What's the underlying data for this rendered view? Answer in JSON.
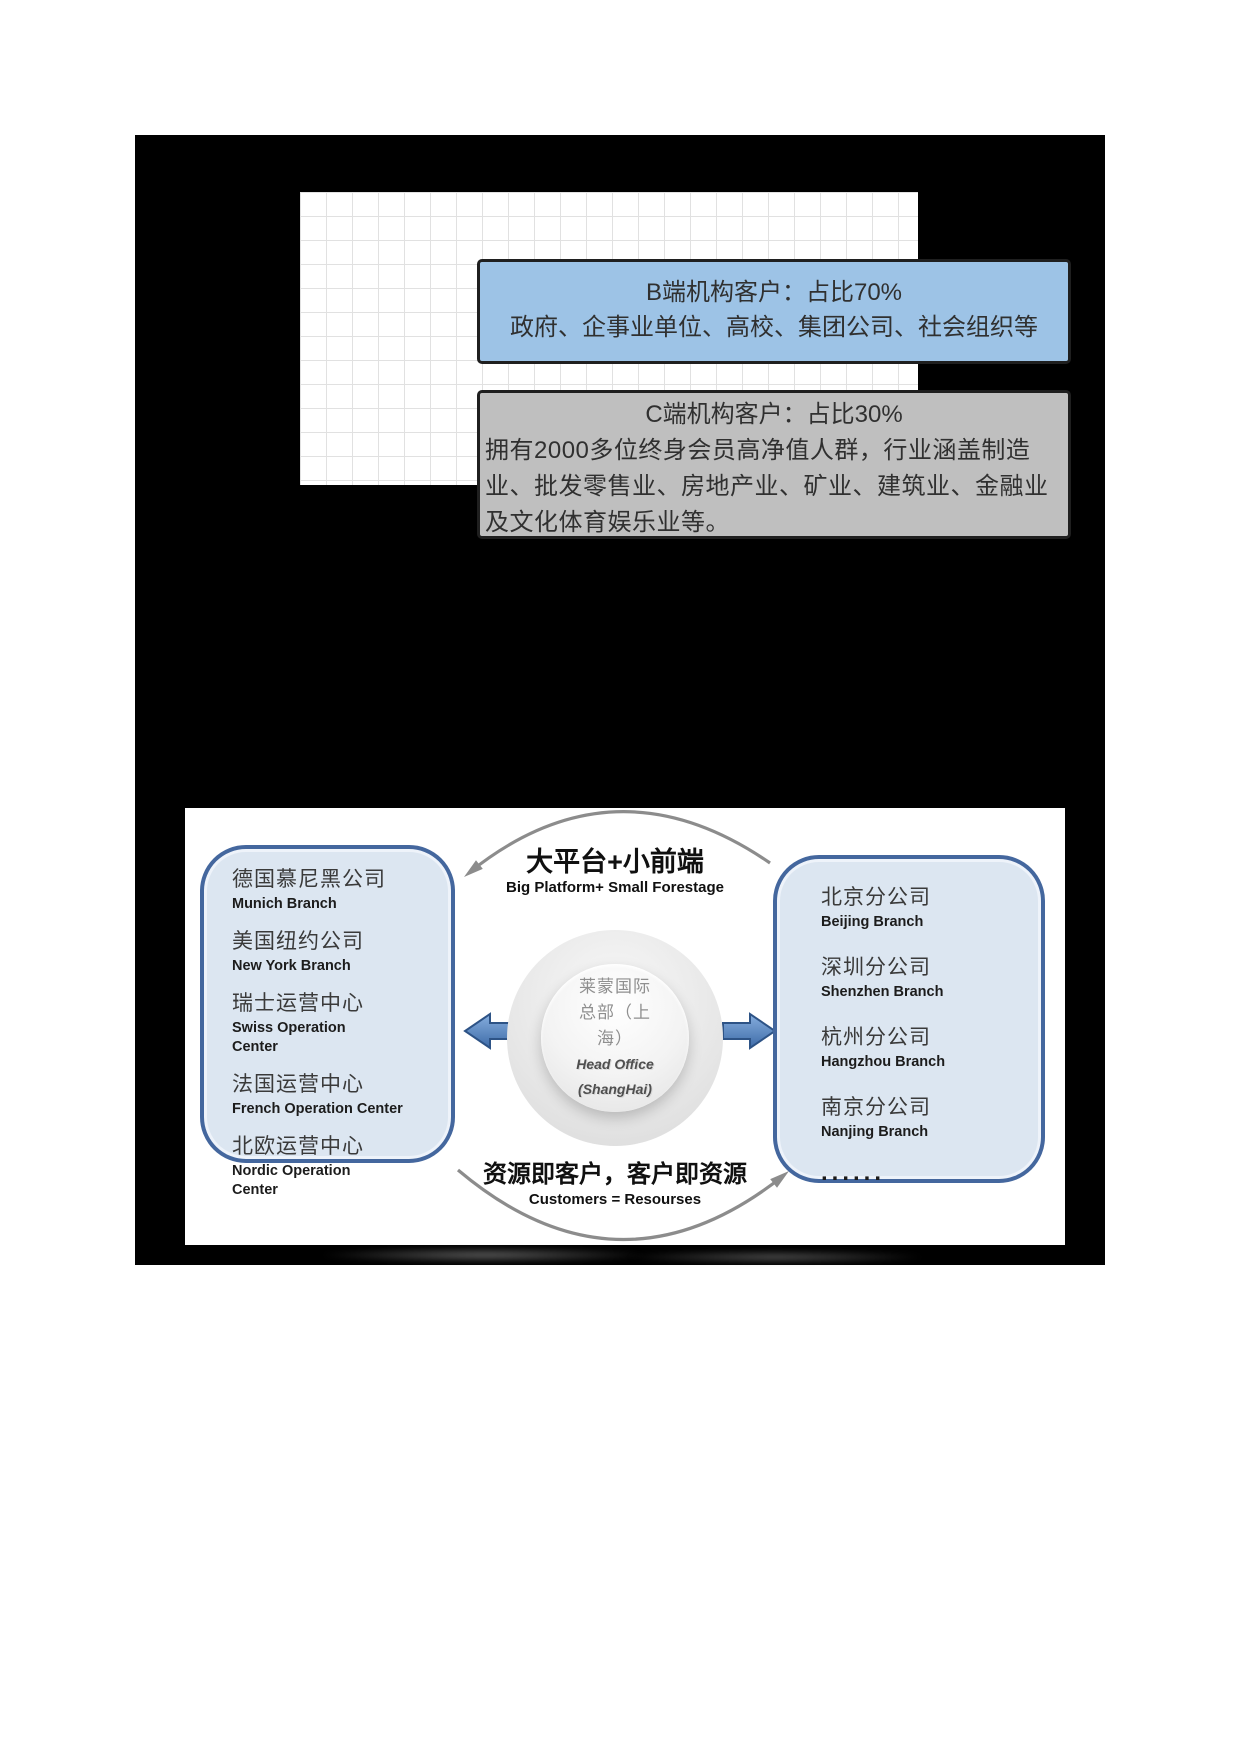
{
  "top_section": {
    "b_box": {
      "title": "B端机构客户：占比70%",
      "subtitle": "政府、企事业单位、高校、集团公司、社会组织等"
    },
    "c_box": {
      "title": "C端机构客户：占比30%",
      "body": "拥有2000多位终身会员高净值人群，行业涵盖制造业、批发零售业、房地产业、矿业、建筑业、金融业及文化体育娱乐业等。"
    }
  },
  "diagram": {
    "slogan_top_zh": "大平台+小前端",
    "slogan_top_en": "Big Platform+ Small Forestage",
    "slogan_bottom_zh": "资源即客户，客户即资源",
    "slogan_bottom_en": "Customers = Resourses",
    "hub": {
      "line1": "莱蒙国际",
      "line2": "总部（上",
      "line3": "海）",
      "en1": "Head Office",
      "en2": "(ShangHai)"
    },
    "left_box": {
      "items": [
        {
          "zh": "德国慕尼黑公司",
          "en": "Munich Branch"
        },
        {
          "zh": "美国纽约公司",
          "en": "New York Branch"
        },
        {
          "zh": "瑞士运营中心",
          "en": "Swiss Operation\nCenter"
        },
        {
          "zh": "法国运营中心",
          "en": "French Operation Center"
        },
        {
          "zh": "北欧运营中心",
          "en": "Nordic Operation\nCenter"
        }
      ]
    },
    "right_box": {
      "items": [
        {
          "zh": "北京分公司",
          "en": "Beijing Branch"
        },
        {
          "zh": "深圳分公司",
          "en": "Shenzhen Branch"
        },
        {
          "zh": "杭州分公司",
          "en": "Hangzhou Branch"
        },
        {
          "zh": "南京分公司",
          "en": "Nanjing Branch"
        }
      ],
      "ellipsis": "......"
    }
  },
  "colors": {
    "b_box_fill": "#9DC3E6",
    "c_box_fill": "#BFBFBF",
    "box_border": "#1F1F1F",
    "branch_box_fill": "#DCE6F1",
    "branch_box_border": "#44679E",
    "arrow_blue": "#4472A8",
    "arc_gray": "#8C8C8C",
    "canvas_background": "#000000"
  }
}
